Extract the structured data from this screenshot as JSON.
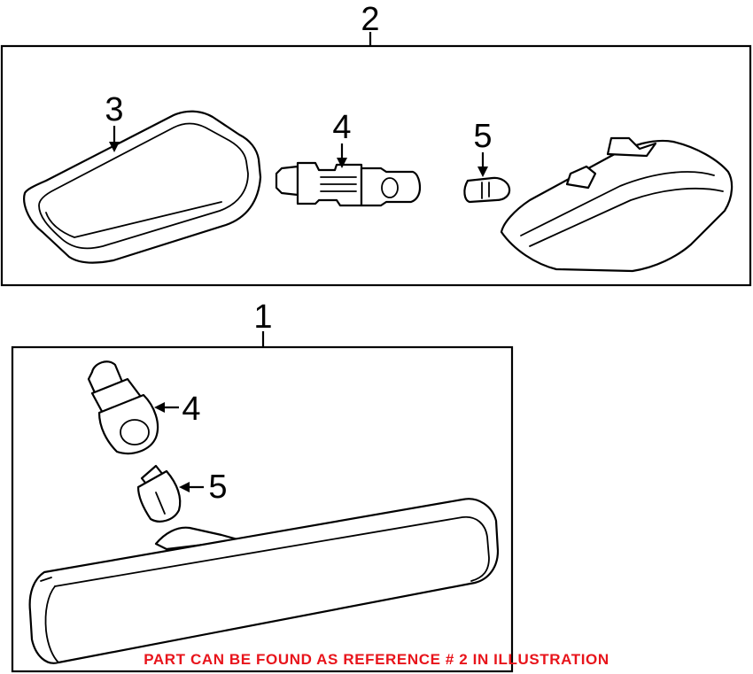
{
  "callouts": {
    "top_assembly": "2",
    "bottom_assembly": "1",
    "top_lens": "3",
    "top_socket": "4",
    "top_bulb": "5",
    "bottom_socket": "4",
    "bottom_bulb": "5"
  },
  "note": {
    "text": "PART CAN BE FOUND AS REFERENCE # 2 IN ILLUSTRATION",
    "color": "#e8141b"
  }
}
